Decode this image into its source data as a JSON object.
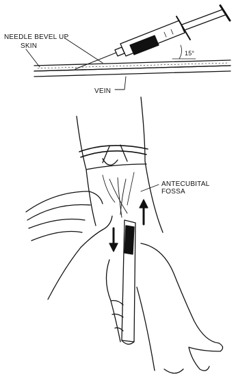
{
  "labels": {
    "needle_bevel_up": "NEEDLE BEVEL UP",
    "skin": "SKIN",
    "angle": "15°",
    "vein": "VEIN",
    "antecubital_fossa_line1": "ANTECUBITAL",
    "antecubital_fossa_line2": "FOSSA"
  },
  "colors": {
    "ink": "#111111",
    "paper": "#ffffff"
  }
}
